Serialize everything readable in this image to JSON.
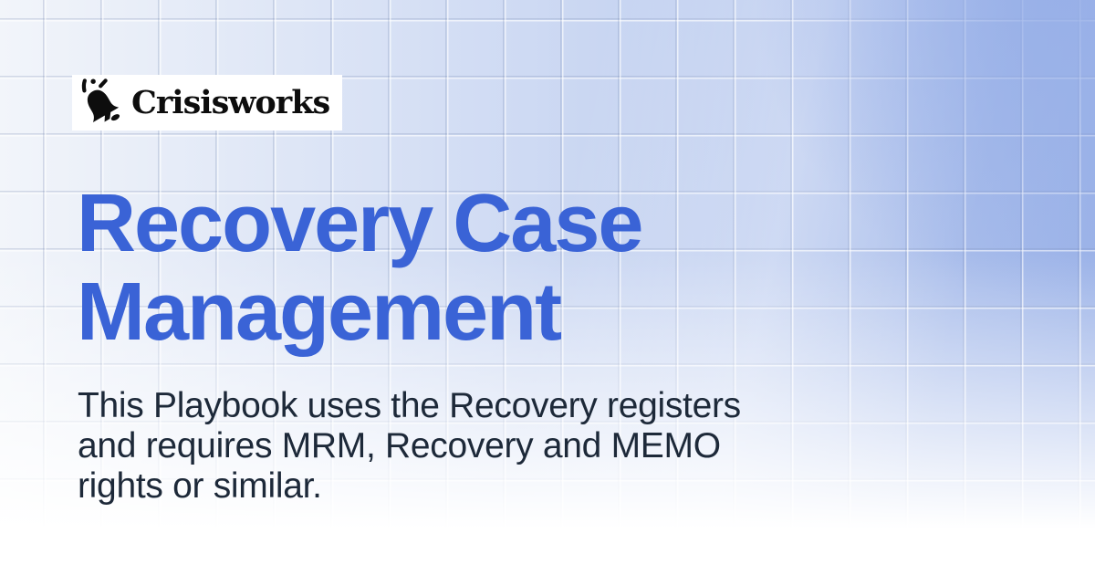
{
  "brand": {
    "name": "Crisisworks",
    "icon": "bell-icon"
  },
  "main": {
    "title_text": "Recovery Case Management",
    "title_lines": [
      "Recovery Case",
      "Management"
    ],
    "subtitle_text": "This Playbook uses the Recovery registers and requires MRM, Recovery and MEMO rights or similar.",
    "subtitle_lines": [
      "This Playbook uses the Recovery registers",
      "and requires MRM, Recovery and MEMO",
      "rights or similar."
    ]
  },
  "colors": {
    "title": "#3A63D6",
    "subtitle": "#1D2939",
    "brand_text": "#0D0D0D",
    "logo_bg": "#FFFFFF",
    "bg_light": "#F2F5FA",
    "bg_blue": "#9CB3E8"
  }
}
